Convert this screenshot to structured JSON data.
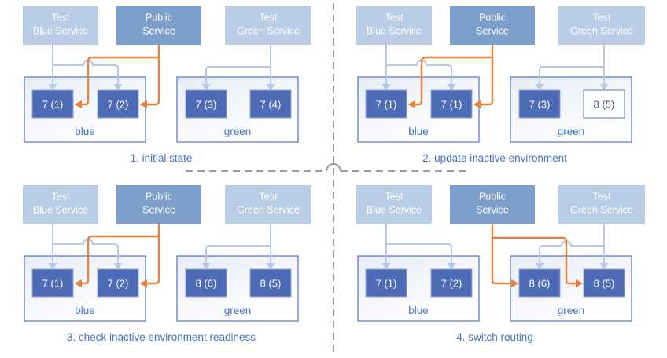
{
  "services": {
    "blue_test": {
      "line1": "Test",
      "line2": "Blue Service"
    },
    "public": {
      "line1": "Public",
      "line2": "Service"
    },
    "green_test": {
      "line1": "Test",
      "line2": "Green Service"
    }
  },
  "quadrants": [
    {
      "caption": "1. initial state",
      "public_route": "blue",
      "blue_env": {
        "label": "blue",
        "instances": [
          {
            "label": "7 (1)",
            "style": "filled"
          },
          {
            "label": "7 (2)",
            "style": "filled"
          }
        ]
      },
      "green_env": {
        "label": "green",
        "instances": [
          {
            "label": "7 (3)",
            "style": "filled"
          },
          {
            "label": "7 (4)",
            "style": "filled"
          }
        ]
      }
    },
    {
      "caption": "2. update inactive environment",
      "public_route": "blue",
      "blue_env": {
        "label": "blue",
        "instances": [
          {
            "label": "7 (1)",
            "style": "filled"
          },
          {
            "label": "7 (1)",
            "style": "filled"
          }
        ]
      },
      "green_env": {
        "label": "green",
        "instances": [
          {
            "label": "7 (3)",
            "style": "filled"
          },
          {
            "label": "8 (5)",
            "style": "outlined"
          }
        ]
      }
    },
    {
      "caption": "3. check inactive environment readiness",
      "public_route": "blue",
      "blue_env": {
        "label": "blue",
        "instances": [
          {
            "label": "7 (1)",
            "style": "filled"
          },
          {
            "label": "7 (2)",
            "style": "filled"
          }
        ]
      },
      "green_env": {
        "label": "green",
        "instances": [
          {
            "label": "8 (6)",
            "style": "filled"
          },
          {
            "label": "8 (5)",
            "style": "filled"
          }
        ]
      }
    },
    {
      "caption": "4. switch routing",
      "public_route": "green",
      "blue_env": {
        "label": "blue",
        "instances": [
          {
            "label": "7 (1)",
            "style": "filled"
          },
          {
            "label": "7 (2)",
            "style": "filled"
          }
        ]
      },
      "green_env": {
        "label": "green",
        "instances": [
          {
            "label": "8 (6)",
            "style": "filled"
          },
          {
            "label": "8 (5)",
            "style": "filled"
          }
        ]
      }
    }
  ],
  "colors": {
    "service_test_fill": "#bacde7",
    "service_public_fill": "#7c9fcb",
    "service_text": "#ffffff",
    "env_fill_top": "#e7ecf5",
    "env_fill_bottom": "#ffffff",
    "env_border": "#4f74c0",
    "instance_fill": "#4e6cb5",
    "instance_border": "#93a9d6",
    "instance_text": "#ffffff",
    "instance_outlined_fill": "#ffffff",
    "instance_outlined_border": "#8496c0",
    "instance_outlined_text": "#44546a",
    "label_text": "#4472c4",
    "caption_text": "#4472c4",
    "test_arrow": "#b7c9e5",
    "public_arrow": "#e8813c",
    "divider": "#9b9b9b"
  }
}
